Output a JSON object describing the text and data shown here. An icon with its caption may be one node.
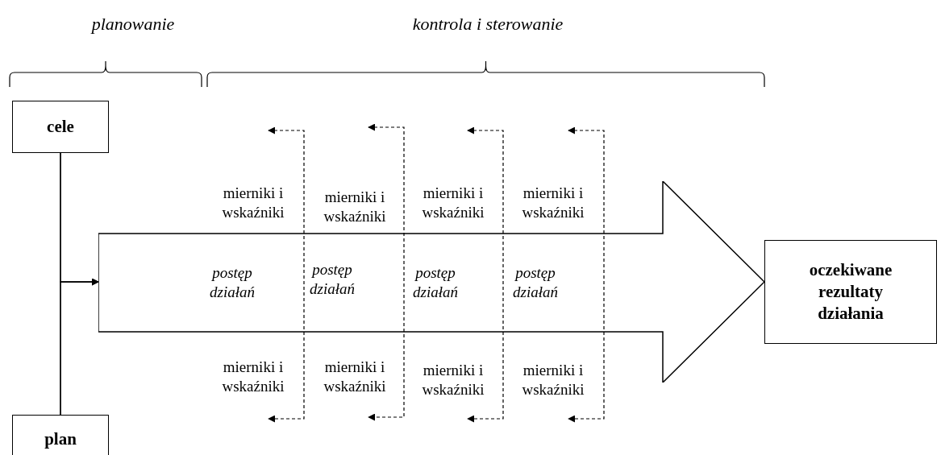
{
  "diagram": {
    "nodes": [
      {
        "text": [
          "cele"
        ]
      },
      {
        "text": [
          "plan"
        ]
      },
      {
        "text": [
          "postęp działań",
          "postęp działań",
          "postęp działań",
          "postęp działań"
        ]
      },
      {
        "text": [
          "oczekiwane rezultaty działania"
        ]
      }
    ],
    "edges": [
      {
        "from": 0,
        "to": 1,
        "arrow": "none"
      },
      {
        "from": 0,
        "to": 2,
        "arrow": "to"
      },
      {
        "from": 1,
        "to": 2,
        "arrow": "to"
      }
    ],
    "labels": [
      "planowanie",
      "kontrola i sterowanie",
      "mierniki i wskaźniki",
      "mierniki i wskaźniki",
      "mierniki i wskaźniki",
      "mierniki i wskaźniki",
      "mierniki i wskaźniki",
      "mierniki i wskaźniki",
      "mierniki i wskaźniki",
      "mierniki i wskaźniki"
    ]
  }
}
